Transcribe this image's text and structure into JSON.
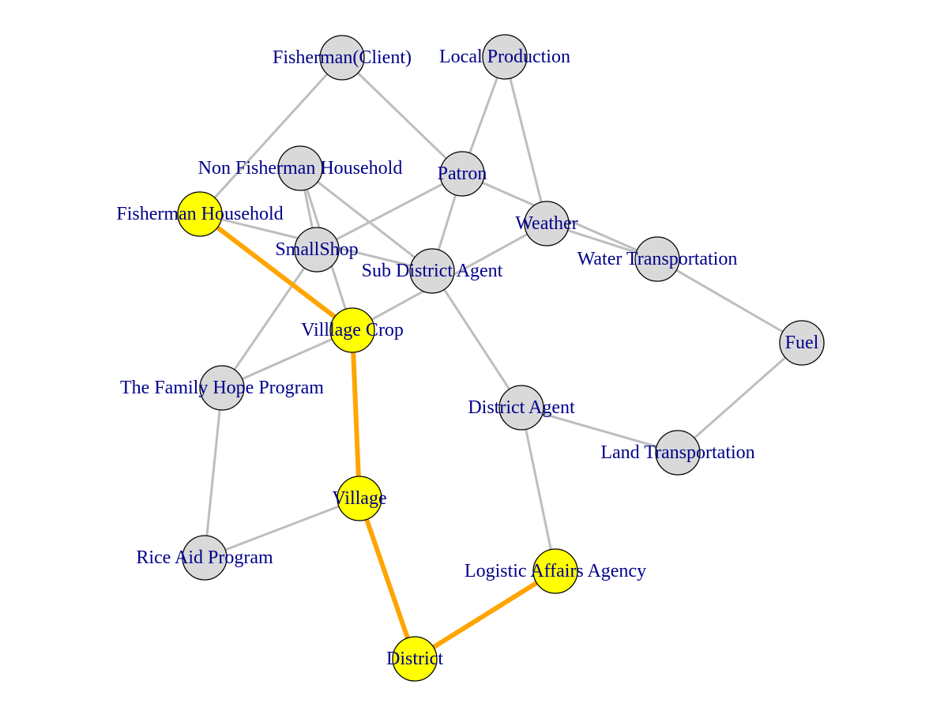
{
  "graph": {
    "node_color_default": "#d9d9d9",
    "node_color_highlight": "#ffff00",
    "edge_color_default": "#bebebe",
    "edge_color_highlight": "#ffa500",
    "label_color": "#00008b",
    "background": "#ffffff",
    "nodes": [
      {
        "id": "fisherman_client",
        "label": "Fisherman(Client)",
        "highlighted": false
      },
      {
        "id": "local_production",
        "label": "Local Production",
        "highlighted": false
      },
      {
        "id": "non_fisherman_household",
        "label": "Non Fisherman Household",
        "highlighted": false
      },
      {
        "id": "patron",
        "label": "Patron",
        "highlighted": false
      },
      {
        "id": "fisherman_household",
        "label": "Fisherman Household",
        "highlighted": true
      },
      {
        "id": "weather",
        "label": "Weather",
        "highlighted": false
      },
      {
        "id": "smallshop",
        "label": "SmallShop",
        "highlighted": false
      },
      {
        "id": "water_transportation",
        "label": "Water Transportation",
        "highlighted": false
      },
      {
        "id": "sub_district_agent",
        "label": "Sub District Agent",
        "highlighted": false
      },
      {
        "id": "village_crop",
        "label": "Villlage Crop",
        "highlighted": true
      },
      {
        "id": "fuel",
        "label": "Fuel",
        "highlighted": false
      },
      {
        "id": "family_hope",
        "label": "The Family Hope Program",
        "highlighted": false
      },
      {
        "id": "district_agent",
        "label": "District Agent",
        "highlighted": false
      },
      {
        "id": "land_transportation",
        "label": "Land Transportation",
        "highlighted": false
      },
      {
        "id": "village",
        "label": "Village",
        "highlighted": true
      },
      {
        "id": "rice_aid",
        "label": "Rice Aid Program",
        "highlighted": false
      },
      {
        "id": "logistic_affairs",
        "label": "Logistic Affairs Agency",
        "highlighted": true
      },
      {
        "id": "district",
        "label": "District",
        "highlighted": true
      }
    ],
    "edges": [
      {
        "from": "fisherman_client",
        "to": "fisherman_household",
        "highlighted": false
      },
      {
        "from": "fisherman_client",
        "to": "patron",
        "highlighted": false
      },
      {
        "from": "local_production",
        "to": "patron",
        "highlighted": false
      },
      {
        "from": "local_production",
        "to": "weather",
        "highlighted": false
      },
      {
        "from": "non_fisherman_household",
        "to": "smallshop",
        "highlighted": false
      },
      {
        "from": "non_fisherman_household",
        "to": "sub_district_agent",
        "highlighted": false
      },
      {
        "from": "non_fisherman_household",
        "to": "village_crop",
        "highlighted": false
      },
      {
        "from": "patron",
        "to": "smallshop",
        "highlighted": false
      },
      {
        "from": "patron",
        "to": "sub_district_agent",
        "highlighted": false
      },
      {
        "from": "patron",
        "to": "water_transportation",
        "highlighted": false
      },
      {
        "from": "fisherman_household",
        "to": "sub_district_agent",
        "highlighted": false
      },
      {
        "from": "weather",
        "to": "water_transportation",
        "highlighted": false
      },
      {
        "from": "weather",
        "to": "village_crop",
        "highlighted": false
      },
      {
        "from": "smallshop",
        "to": "family_hope",
        "highlighted": false
      },
      {
        "from": "water_transportation",
        "to": "fuel",
        "highlighted": false
      },
      {
        "from": "sub_district_agent",
        "to": "district_agent",
        "highlighted": false
      },
      {
        "from": "village_crop",
        "to": "family_hope",
        "highlighted": false
      },
      {
        "from": "fuel",
        "to": "land_transportation",
        "highlighted": false
      },
      {
        "from": "family_hope",
        "to": "rice_aid",
        "highlighted": false
      },
      {
        "from": "district_agent",
        "to": "land_transportation",
        "highlighted": false
      },
      {
        "from": "district_agent",
        "to": "logistic_affairs",
        "highlighted": false
      },
      {
        "from": "rice_aid",
        "to": "village",
        "highlighted": false
      },
      {
        "from": "fisherman_household",
        "to": "village_crop",
        "highlighted": true
      },
      {
        "from": "village_crop",
        "to": "village",
        "highlighted": true
      },
      {
        "from": "village",
        "to": "district",
        "highlighted": true
      },
      {
        "from": "district",
        "to": "logistic_affairs",
        "highlighted": true
      }
    ]
  }
}
